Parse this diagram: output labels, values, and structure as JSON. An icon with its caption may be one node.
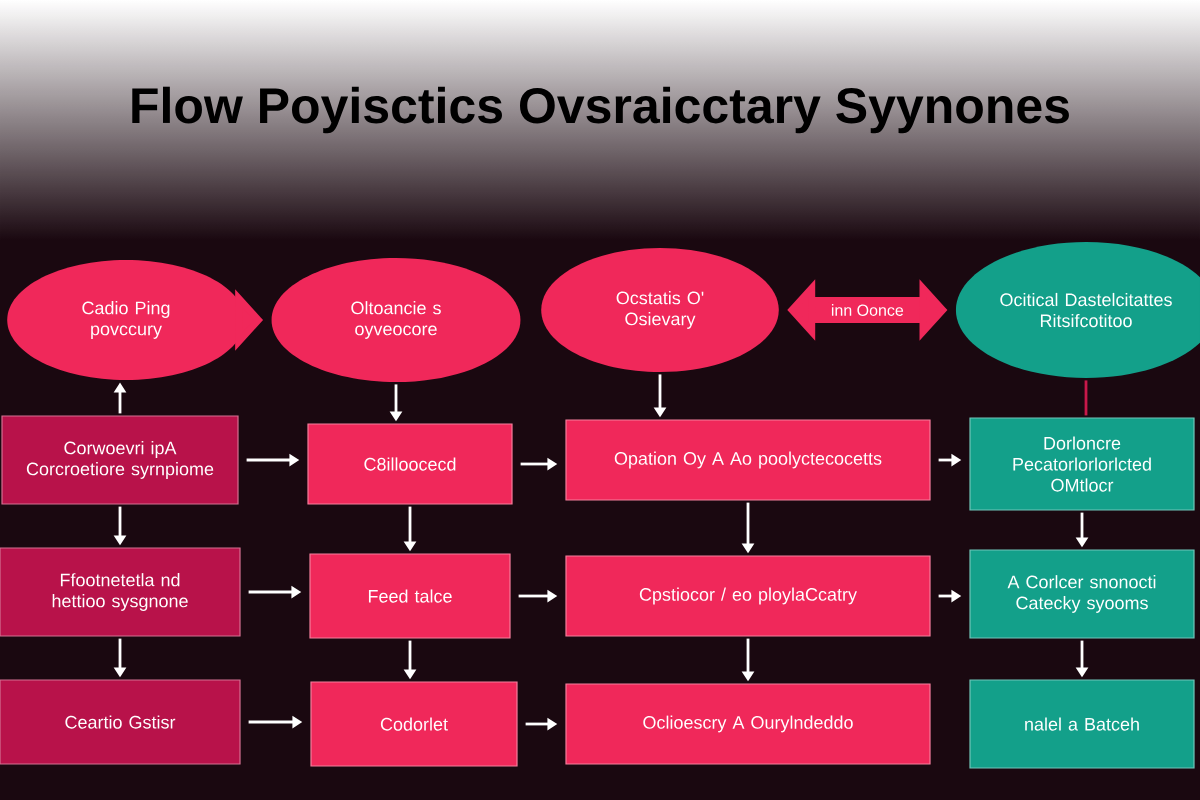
{
  "diagram": {
    "title": "Flow Poyisctics Ovsraicctary Syynones",
    "nodes": [
      {
        "text": [
          "Cadio Ping povccury"
        ]
      },
      {
        "text": [
          "Oltoancie s oyveocore"
        ]
      },
      {
        "text": [
          "Ocstatis O' Osievary"
        ]
      },
      {
        "text": [
          "Ocitical Dastelcitattes Ritsifcotitoo"
        ]
      },
      {
        "text": [
          "Corwoevri ipA Corcroetiore syrnpiome"
        ]
      },
      {
        "text": [
          "C8illoocecd"
        ]
      },
      {
        "text": [
          "Opation Oy A Ao poolyctecocetts"
        ]
      },
      {
        "text": [
          "Dorloncre Pecatorlorlorlcted OMtlocr"
        ]
      },
      {
        "text": [
          "Ffootnetetla nd hettioo sysgnone"
        ]
      },
      {
        "text": [
          "Feed talce"
        ]
      },
      {
        "text": [
          "Cpstiocor / eo ploylaCcatry"
        ]
      },
      {
        "text": [
          "A Corlcer snonocti Catecky syooms"
        ]
      },
      {
        "text": [
          "Ceartio Gstisr"
        ]
      },
      {
        "text": [
          "Codorlet"
        ]
      },
      {
        "text": [
          "Oclioescry A Ourylndeddo"
        ]
      },
      {
        "text": [
          "nalel a Batceh"
        ]
      }
    ],
    "edges": [
      {
        "from": 0,
        "to": 1,
        "arrow": "to",
        "style": "thick",
        "color": "#f0285a"
      },
      {
        "from": 2,
        "to": 3,
        "arrow": "both",
        "label": "inn Oonce",
        "style": "thick",
        "color": "#f0285a"
      },
      {
        "from": 4,
        "to": 0,
        "arrow": "to"
      },
      {
        "from": 1,
        "to": 5,
        "arrow": "to"
      },
      {
        "from": 2,
        "to": 6,
        "arrow": "to"
      },
      {
        "from": 3,
        "to": 7,
        "arrow": "none",
        "color": "#c8184a"
      },
      {
        "from": 4,
        "to": 5,
        "arrow": "to"
      },
      {
        "from": 5,
        "to": 6,
        "arrow": "to"
      },
      {
        "from": 6,
        "to": 7,
        "arrow": "to"
      },
      {
        "from": 4,
        "to": 8,
        "arrow": "to"
      },
      {
        "from": 5,
        "to": 9,
        "arrow": "to"
      },
      {
        "from": 6,
        "to": 10,
        "arrow": "to"
      },
      {
        "from": 7,
        "to": 11,
        "arrow": "to"
      },
      {
        "from": 8,
        "to": 9,
        "arrow": "to"
      },
      {
        "from": 9,
        "to": 10,
        "arrow": "to"
      },
      {
        "from": 10,
        "to": 11,
        "arrow": "to"
      },
      {
        "from": 8,
        "to": 12,
        "arrow": "to"
      },
      {
        "from": 9,
        "to": 13,
        "arrow": "to"
      },
      {
        "from": 10,
        "to": 14,
        "arrow": "to"
      },
      {
        "from": 11,
        "to": 15,
        "arrow": "to"
      },
      {
        "from": 12,
        "to": 13,
        "arrow": "to"
      },
      {
        "from": 13,
        "to": 14,
        "arrow": "to"
      }
    ]
  }
}
